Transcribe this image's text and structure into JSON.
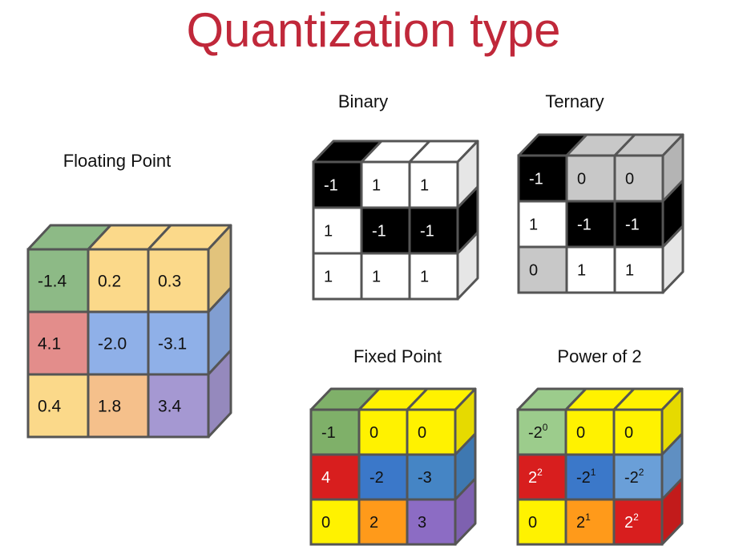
{
  "title": "Quantization type",
  "title_color": "#c0283a",
  "stroke_color": "#555555",
  "cubes": [
    {
      "id": "floating-point",
      "label": "Floating Point",
      "cells": [
        [
          {
            "text": "-1.4",
            "color": "#8dba86"
          },
          {
            "text": "0.2",
            "color": "#fbd98a"
          },
          {
            "text": "0.3",
            "color": "#fbd98a"
          }
        ],
        [
          {
            "text": "4.1",
            "color": "#e38d8b"
          },
          {
            "text": "-2.0",
            "color": "#8fb0e8"
          },
          {
            "text": "-3.1",
            "color": "#8fb0e8"
          }
        ],
        [
          {
            "text": "0.4",
            "color": "#fbd98a"
          },
          {
            "text": "1.8",
            "color": "#f5c08b"
          },
          {
            "text": "3.4",
            "color": "#a598d2"
          }
        ]
      ]
    },
    {
      "id": "binary",
      "label": "Binary",
      "cells": [
        [
          {
            "text": "-1",
            "color": "#000000"
          },
          {
            "text": "1",
            "color": "#ffffff"
          },
          {
            "text": "1",
            "color": "#ffffff"
          }
        ],
        [
          {
            "text": "1",
            "color": "#ffffff"
          },
          {
            "text": "-1",
            "color": "#000000"
          },
          {
            "text": "-1",
            "color": "#000000"
          }
        ],
        [
          {
            "text": "1",
            "color": "#ffffff"
          },
          {
            "text": "1",
            "color": "#ffffff"
          },
          {
            "text": "1",
            "color": "#ffffff"
          }
        ]
      ]
    },
    {
      "id": "ternary",
      "label": "Ternary",
      "cells": [
        [
          {
            "text": "-1",
            "color": "#000000"
          },
          {
            "text": "0",
            "color": "#c8c8c8"
          },
          {
            "text": "0",
            "color": "#c8c8c8"
          }
        ],
        [
          {
            "text": "1",
            "color": "#ffffff"
          },
          {
            "text": "-1",
            "color": "#000000"
          },
          {
            "text": "-1",
            "color": "#000000"
          }
        ],
        [
          {
            "text": "0",
            "color": "#c8c8c8"
          },
          {
            "text": "1",
            "color": "#ffffff"
          },
          {
            "text": "1",
            "color": "#ffffff"
          }
        ]
      ]
    },
    {
      "id": "fixed-point",
      "label": "Fixed Point",
      "cells": [
        [
          {
            "text": "-1",
            "color": "#7fb069"
          },
          {
            "text": "0",
            "color": "#fff200"
          },
          {
            "text": "0",
            "color": "#fff200"
          }
        ],
        [
          {
            "text": "4",
            "color": "#d81e1e"
          },
          {
            "text": "-2",
            "color": "#3b78c9"
          },
          {
            "text": "-3",
            "color": "#4585c5"
          }
        ],
        [
          {
            "text": "0",
            "color": "#fff200"
          },
          {
            "text": "2",
            "color": "#ff9a1a"
          },
          {
            "text": "3",
            "color": "#8c6cc4"
          }
        ]
      ]
    },
    {
      "id": "power-of-2",
      "label": "Power of 2",
      "cells": [
        [
          {
            "text": "-2",
            "sup": "0",
            "color": "#9ccc8c"
          },
          {
            "text": "0",
            "color": "#fff200"
          },
          {
            "text": "0",
            "color": "#fff200"
          }
        ],
        [
          {
            "text": "2",
            "sup": "2",
            "color": "#d81e1e"
          },
          {
            "text": "-2",
            "sup": "1",
            "color": "#3b78c9"
          },
          {
            "text": "-2",
            "sup": "2",
            "color": "#6a9fd8"
          }
        ],
        [
          {
            "text": "0",
            "color": "#fff200"
          },
          {
            "text": "2",
            "sup": "1",
            "color": "#ff9a1a"
          },
          {
            "text": "2",
            "sup": "2",
            "color": "#d81e1e"
          }
        ]
      ]
    }
  ]
}
